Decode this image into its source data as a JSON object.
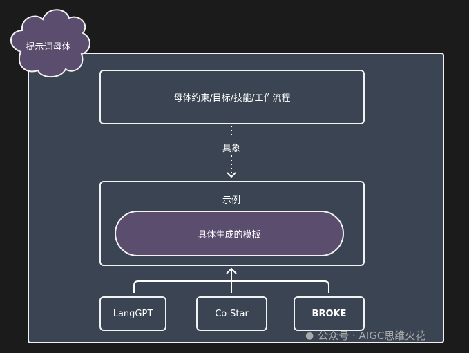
{
  "cloud_label": "提示词母体",
  "top_box": "母体约束/目标/技能/工作流程",
  "connector_label": "具象",
  "example_box": {
    "title": "示例",
    "template": "具体生成的模板"
  },
  "frameworks": [
    "LangGPT",
    "Co-Star",
    "BROKE"
  ],
  "watermark": "公众号 · AIGC思维火花",
  "colors": {
    "background": "#1b1b1b",
    "panel": "#3b4452",
    "accent": "#5a4d6e"
  }
}
